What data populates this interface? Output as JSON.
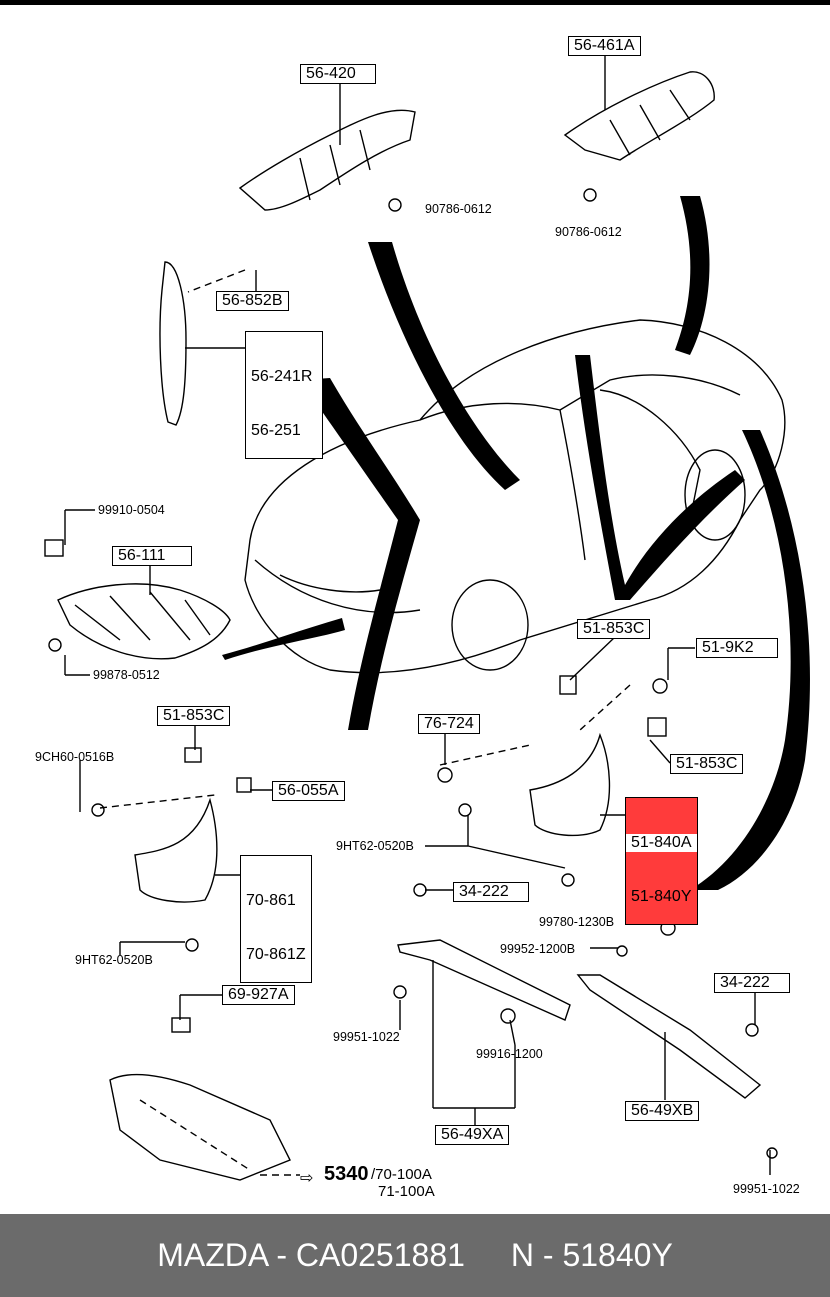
{
  "callouts": {
    "c56_420": "56-420",
    "c56_461A": "56-461A",
    "c56_852B": "56-852B",
    "c56_241R": "56-241R",
    "c56_251": "56-251",
    "c56_111": "56-111",
    "c51_853C_a": "51-853C",
    "c51_9K2": "51-9K2",
    "c51_853C_b": "51-853C",
    "c51_853C_c": "51-853C",
    "c76_724": "76-724",
    "c56_055A": "56-055A",
    "c51_840A": "51-840A",
    "c51_840Y": "51-840Y",
    "c70_861": "70-861",
    "c70_861Z": "70-861Z",
    "c34_222_a": "34-222",
    "c34_222_b": "34-222",
    "c69_927A": "69-927A",
    "c56_49XA": "56-49XA",
    "c56_49XB": "56-49XB"
  },
  "parts": {
    "p90786_a": "90786-0612",
    "p90786_b": "90786-0612",
    "p99910": "99910-0504",
    "p99878": "99878-0512",
    "p9CH60": "9CH60-0516B",
    "p9HT62_a": "9HT62-0520B",
    "p9HT62_b": "9HT62-0520B",
    "p99780": "99780-1230B",
    "p99952": "99952-1200B",
    "p99951_a": "99951-1022",
    "p99916": "99916-1200",
    "p99951_b": "99951-1022"
  },
  "reference": {
    "main": "5340",
    "line1": "/70-100A",
    "line2": "71-100A"
  },
  "footer": {
    "brand_code": "MAZDA - CA0251881",
    "part_no": "N - 51840Y"
  },
  "colors": {
    "highlight": "#ff3b3b",
    "footer_bg": "#6b6b6b"
  }
}
